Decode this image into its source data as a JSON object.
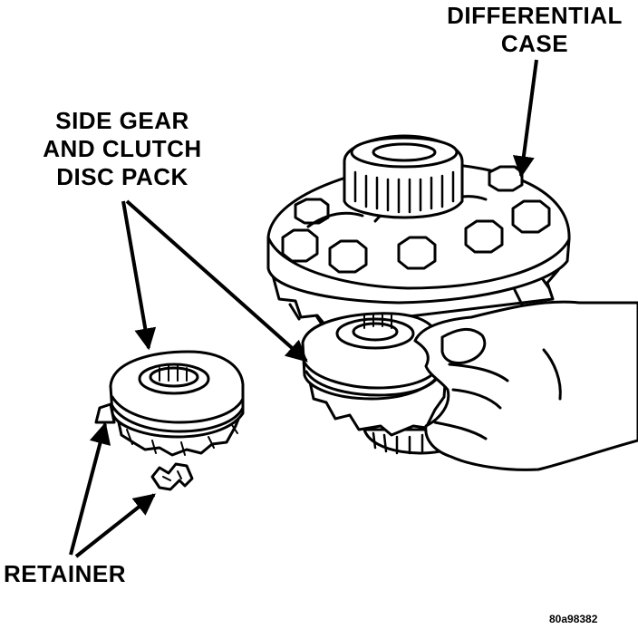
{
  "labels": {
    "differential_case": [
      "DIFFERENTIAL",
      "CASE"
    ],
    "side_gear": [
      "SIDE GEAR",
      "AND CLUTCH",
      "DISC PACK"
    ],
    "retainer": "RETAINER"
  },
  "figure_code": "80a98382",
  "colors": {
    "ink": "#000000",
    "paper": "#ffffff"
  }
}
